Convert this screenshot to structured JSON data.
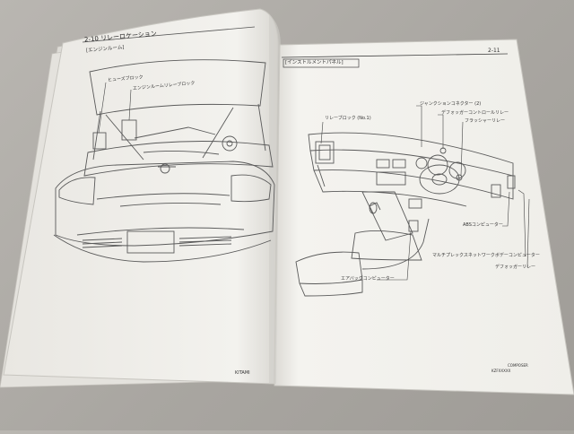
{
  "left_page": {
    "section_title": "2-10 リレーロケーション",
    "subheading": "[エンジンルーム]",
    "callouts": {
      "fuse_block": "ヒューズブロック",
      "engine_relay_block": "エンジンルームリレーブロック"
    },
    "footer": "KITAMI"
  },
  "right_page": {
    "page_number": "2-11",
    "subheading": "[インストルメントパネル]",
    "callouts": {
      "relay_block": "リレーブロック (No.1)",
      "junction_connector": "ジャンクションコネクター (2)",
      "defogger_control_relay": "デフォッガーコントロールリレー",
      "flasher_relay": "フラッシャーリレー",
      "abs_computer": "ABSコンピューター",
      "multiplex_computer": "マルチプレックスネットワークボデーコンピューター",
      "defogger_relay": "デフォッガーリレー",
      "airbag_computer": "エアバッグコンピューター"
    },
    "footer_code1": "COMPOSER",
    "footer_code2": "KZFXXXXX"
  },
  "colors": {
    "background": "#a9a6a1",
    "paper": "#f2f1ed",
    "line_art": "#555555"
  }
}
